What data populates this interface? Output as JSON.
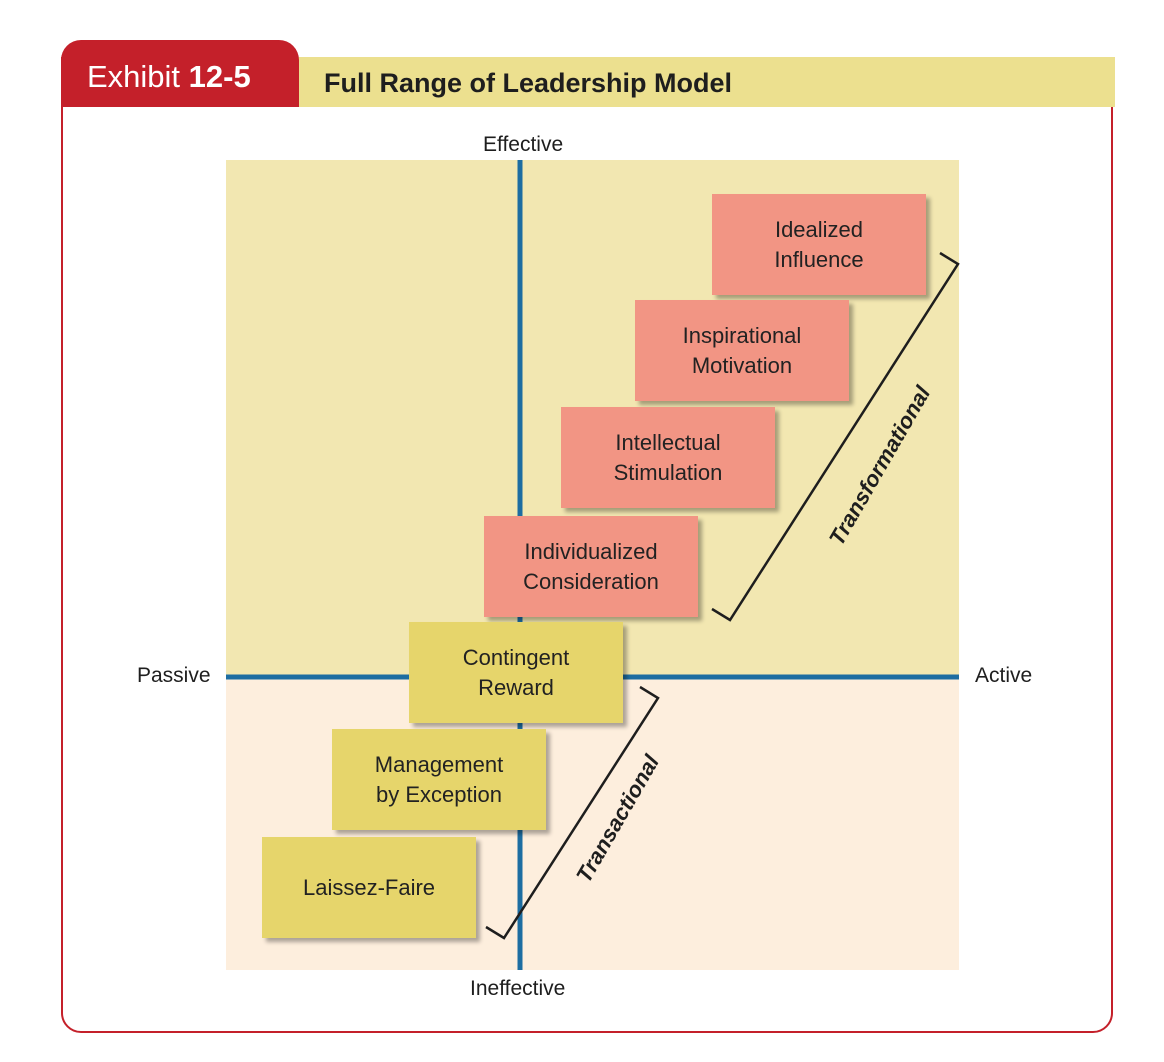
{
  "header": {
    "exhibit_word": "Exhibit",
    "exhibit_number": "12-5",
    "title": "Full Range of Leadership Model"
  },
  "axes": {
    "top": "Effective",
    "bottom": "Ineffective",
    "left": "Passive",
    "right": "Active"
  },
  "boxes": [
    {
      "label": "Idealized\nInfluence",
      "group": "transformational"
    },
    {
      "label": "Inspirational\nMotivation",
      "group": "transformational"
    },
    {
      "label": "Intellectual\nStimulation",
      "group": "transformational"
    },
    {
      "label": "Individualized\nConsideration",
      "group": "transformational"
    },
    {
      "label": "Contingent\nReward",
      "group": "transactional"
    },
    {
      "label": "Management\nby Exception",
      "group": "transactional"
    },
    {
      "label": "Laissez-Faire",
      "group": "transactional"
    }
  ],
  "brackets": {
    "transformational": "Transformational",
    "transactional": "Transactional"
  },
  "colors": {
    "brand_red": "#c4202a",
    "title_bar": "#ece08f",
    "quadrant_top": "#f2e7b1",
    "quadrant_bottom": "#fdeedd",
    "axis": "#1d6da1",
    "box_transformational": "#f29584",
    "box_transactional": "#e6d56b"
  }
}
